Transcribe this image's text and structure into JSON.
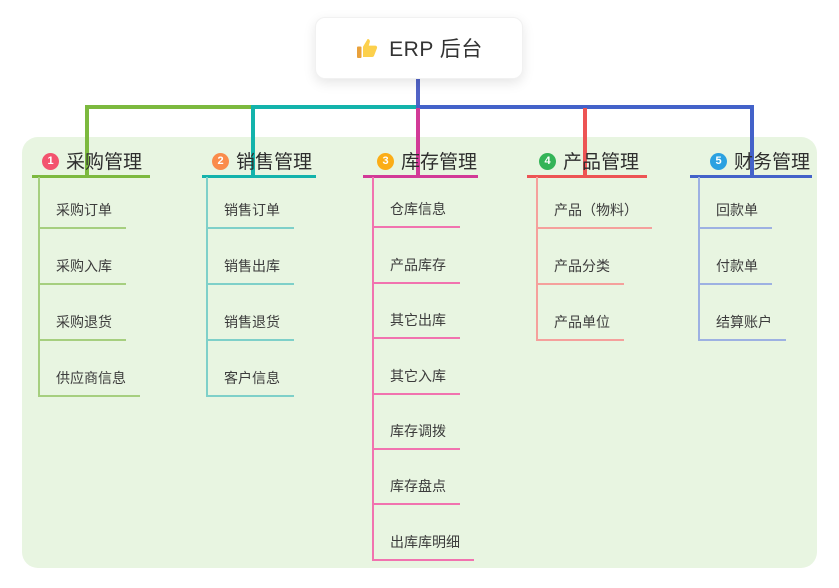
{
  "root": {
    "title": "ERP 后台",
    "icon": "thumbs-up-icon"
  },
  "palette": {
    "canvas_background": "#e8f5e1",
    "root_connector": "#5163c6",
    "root_node_background": "#ffffff",
    "text_color": "#333333"
  },
  "branches": [
    {
      "index": "1",
      "label": "采购管理",
      "line_color": "#7cb93e",
      "badge_color": "#f3536e",
      "children_line_color": "#a6cf7f",
      "children": [
        "采购订单",
        "采购入库",
        "采购退货",
        "供应商信息"
      ]
    },
    {
      "index": "2",
      "label": "销售管理",
      "line_color": "#13b3ab",
      "badge_color": "#fa8c4b",
      "children_line_color": "#7ed0c9",
      "children": [
        "销售订单",
        "销售出库",
        "销售退货",
        "客户信息"
      ]
    },
    {
      "index": "3",
      "label": "库存管理",
      "line_color": "#d23a97",
      "badge_color": "#fbad17",
      "children_line_color": "#f173af",
      "children": [
        "仓库信息",
        "产品库存",
        "其它出库",
        "其它入库",
        "库存调拨",
        "库存盘点",
        "出库库明细"
      ]
    },
    {
      "index": "4",
      "label": "产品管理",
      "line_color": "#ed5454",
      "badge_color": "#33b457",
      "children_line_color": "#f5a09c",
      "children": [
        "产品（物料）",
        "产品分类",
        "产品单位"
      ]
    },
    {
      "index": "5",
      "label": "财务管理",
      "line_color": "#4362c9",
      "badge_color": "#2ba1e1",
      "children_line_color": "#9db1e2",
      "children": [
        "回款单",
        "付款单",
        "结算账户"
      ]
    }
  ]
}
